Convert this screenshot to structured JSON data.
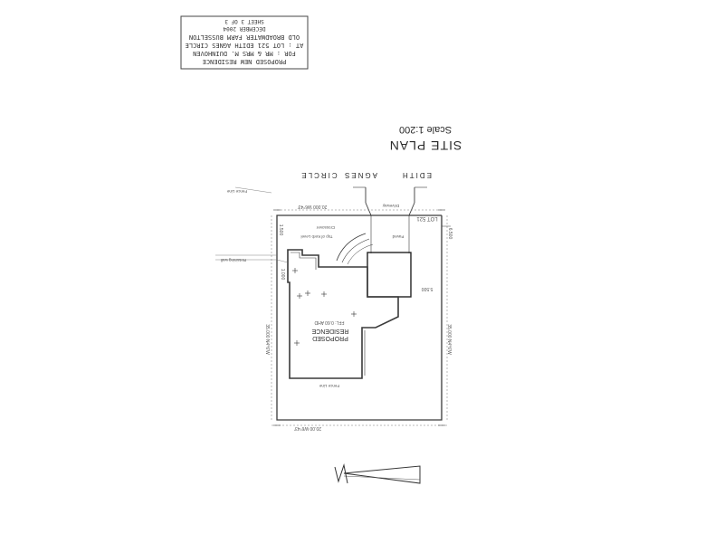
{
  "title_block": {
    "line1": "PROPOSED NEW RESIDENCE",
    "line2": "FOR : MR & MRS M. DUINHOVEN",
    "line3": "AT : LOT 521 EDITH AGNES CIRCLE",
    "line4": "OLD BROADWATER FARM BUSSELTON",
    "line5": "DECEMBER 2004",
    "line6": "SHEET 3 OF 3"
  },
  "drawing": {
    "title": "SITE PLAN",
    "scale": "Scale 1:200",
    "street_words": [
      "EDITH",
      "AGNES",
      "CIRCLE"
    ],
    "lot_label": "LOT 521",
    "front_boundary": "20.000 W6°43'",
    "rear_boundary": "20.00 W6°43'",
    "left_boundary": "35.000 N4°6'W",
    "right_boundary": "35.000 N4°6'W",
    "residence_label_1": "PROPOSED",
    "residence_label_2": "RESIDENCE",
    "residence_area": "FFL: 0.60 AHD",
    "setback_front": "6.500",
    "setback_side": "1.500",
    "setback_garage": "5.500",
    "setback_small": "1.000",
    "note_driveway": "Driveway",
    "note_paved": "Paved",
    "note_crossover": "Crossover",
    "note_top": "Top of Kerb Level",
    "note_fence": "Fence Line",
    "note_retaining": "Retaining wall"
  }
}
